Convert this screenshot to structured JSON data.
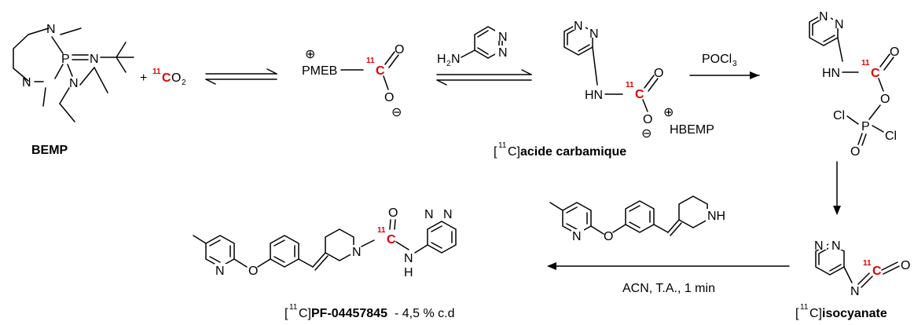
{
  "atoms": {
    "N": "N",
    "P": "P",
    "C": "C",
    "O": "O",
    "H": "H",
    "NH": "NH",
    "HN": "HN",
    "Cl": "Cl",
    "O2": "O",
    "sub2": "2",
    "iso": "11",
    "plus": "⊕",
    "minus": "⊖",
    "PMEB": "PMEB",
    "HBEMP": "HBEMP",
    "H2N_H": "H",
    "H2N_2": "2",
    "H2N_N": "N",
    "POCl": "POCl",
    "sub3": "3"
  },
  "reaction": {
    "plus_sign": "+",
    "co2_prefix": "11",
    "co2_c": "C",
    "co2_o": "O",
    "co2_sub": "2"
  },
  "labels": {
    "bemp": "BEMP",
    "carbamic_prefix": "[",
    "carbamic_iso": "11",
    "carbamic_c": "C]",
    "carbamic_name": "acide carbamique",
    "isocyanate_prefix": "[",
    "isocyanate_iso": "11",
    "isocyanate_c": "C]",
    "isocyanate_name": "isocyanate",
    "product_prefix": "[",
    "product_iso": "11",
    "product_c": "C]",
    "product_name": "PF-04457845",
    "product_yield": " - 4,5 % c.d"
  },
  "conditions": {
    "step3_reagent": "POCl",
    "step3_sub": "3",
    "final_conditions": "ACN, T.A., 1 min"
  },
  "colors": {
    "carbon11": "#e10000",
    "ink": "#000000"
  }
}
